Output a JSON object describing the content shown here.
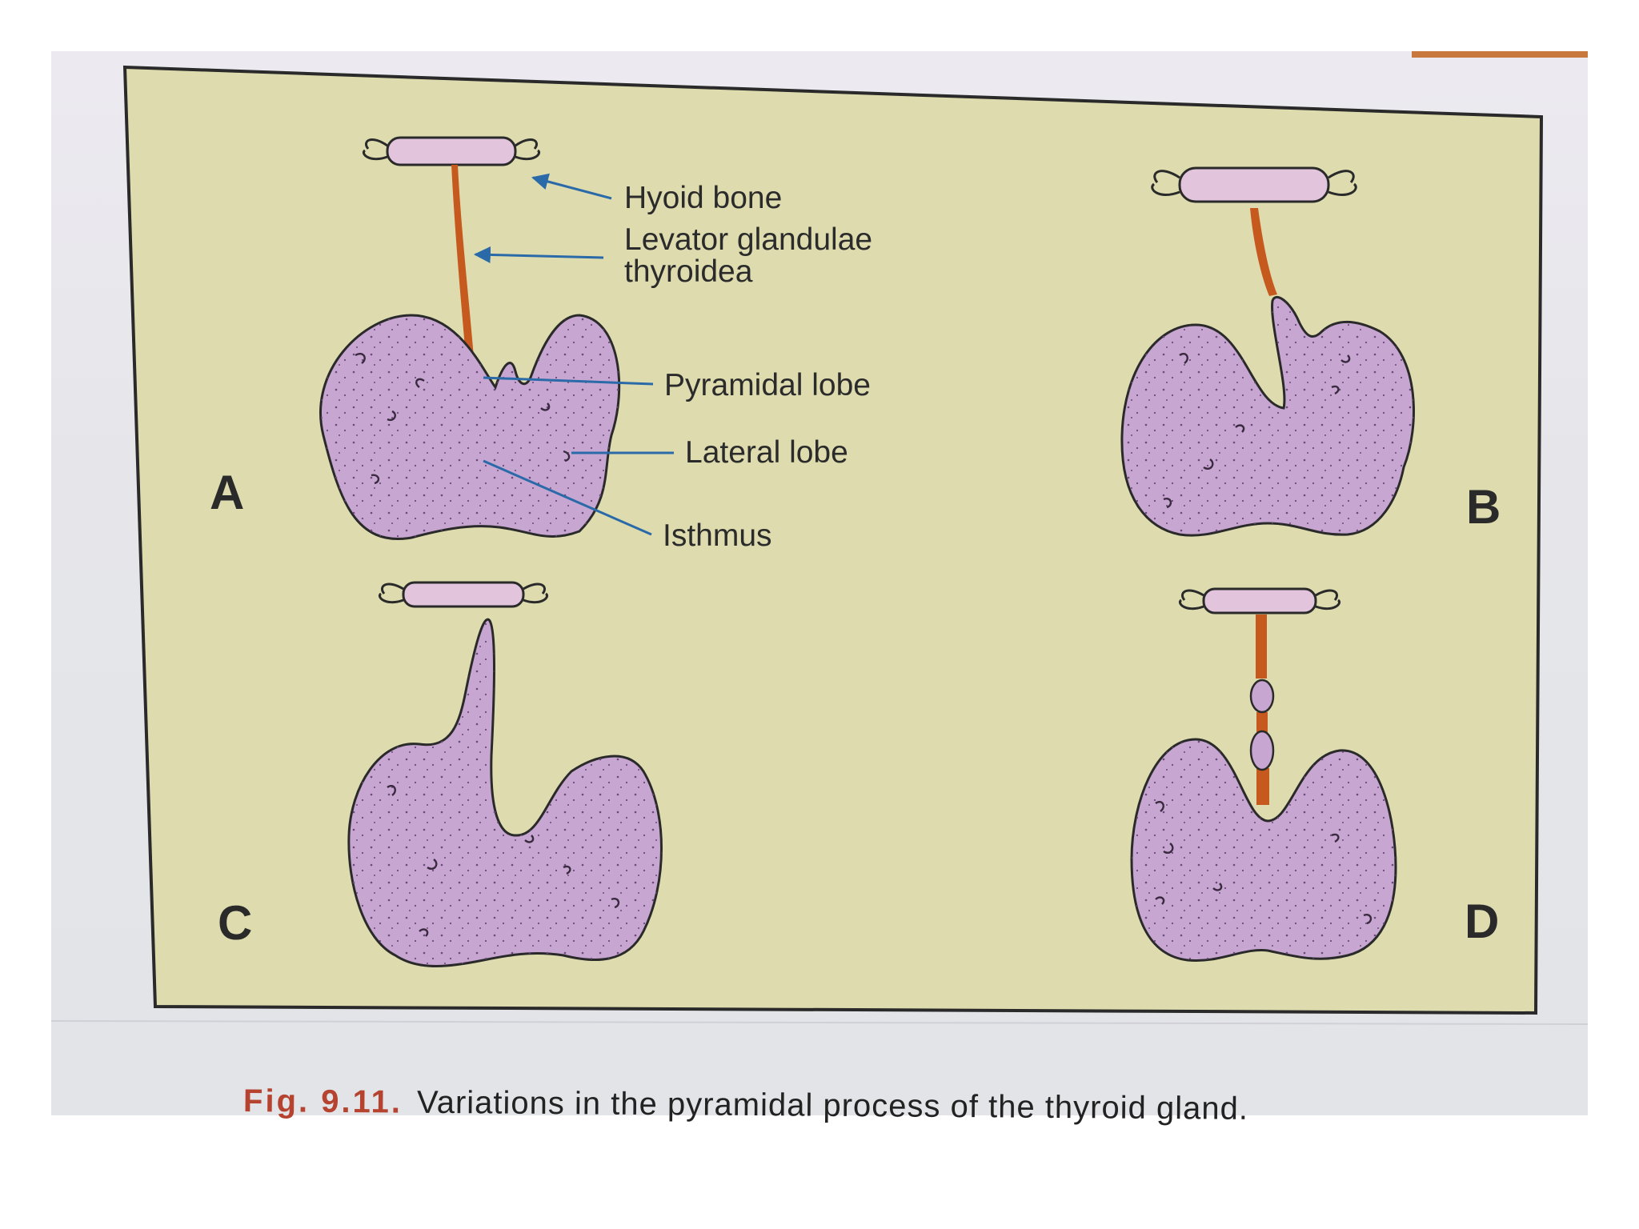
{
  "figure": {
    "caption_number": "Fig. 9.11.",
    "caption_text": "Variations in the pyramidal process of the thyroid gland."
  },
  "labels": {
    "hyoid_bone": "Hyoid bone",
    "levator_line1": "Levator glandulae",
    "levator_line2": "thyroidea",
    "pyramidal_lobe": "Pyramidal lobe",
    "lateral_lobe": "Lateral lobe",
    "isthmus": "Isthmus"
  },
  "panels": {
    "a": "A",
    "b": "B",
    "c": "C",
    "d": "D"
  },
  "colors": {
    "panel_background": "#dedcae",
    "gland_fill": "#c8a6d2",
    "muscle": "#c65a1e",
    "leader_line": "#2a6aa8",
    "outline": "#2a2a2a"
  }
}
